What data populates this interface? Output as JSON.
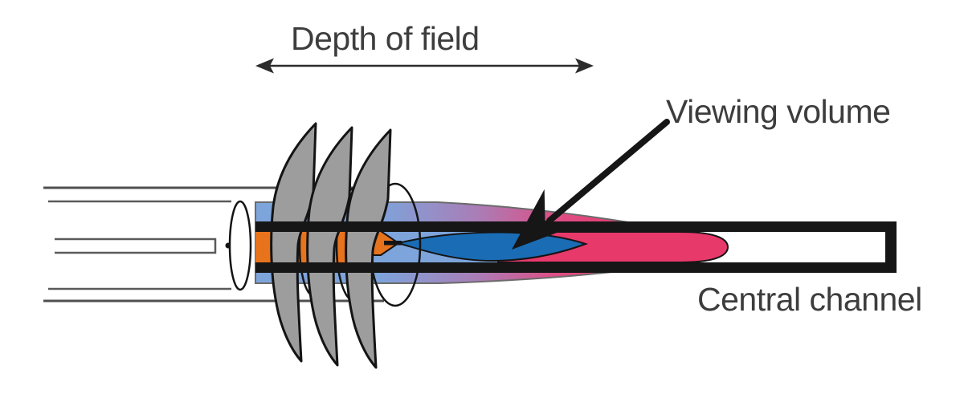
{
  "diagram": {
    "labels": {
      "depth_of_field": "Depth of field",
      "viewing_volume": "Viewing volume",
      "central_channel": "Central channel"
    },
    "colors": {
      "plume_blue": "#7da4db",
      "plume_mauve": "#aa7db6",
      "plume_pink": "#dd4f86",
      "flame_crimson": "#e8396b",
      "core_blue": "#1a6cb5",
      "injector_orange": "#e8731d",
      "coil_gray": "#9d9d9d",
      "outline_black": "#161616",
      "label_text": "#3d3d3d",
      "background": "#ffffff"
    }
  }
}
